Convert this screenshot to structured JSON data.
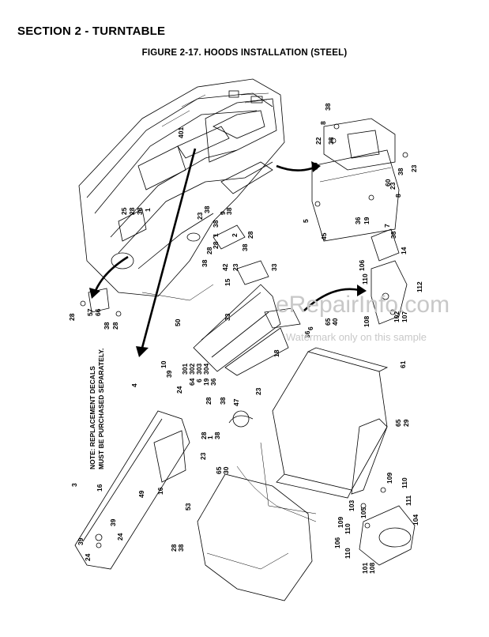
{
  "header": {
    "section_title": "SECTION 2 - TURNTABLE",
    "figure_title": "FIGURE 2-17. HOODS INSTALLATION (STEEL)"
  },
  "note": {
    "line1": "NOTE: REPLACEMENT DECALS",
    "line2": "MUST BE PURCHASED SEPARATELY."
  },
  "watermark": {
    "main": "eRepairInfo.com",
    "sub": "Watermark only on this sample"
  },
  "callouts": [
    "401",
    "25",
    "28",
    "38",
    "1",
    "23",
    "38",
    "9",
    "2",
    "28",
    "38",
    "38",
    "38",
    "28",
    "42",
    "23",
    "15",
    "28",
    "1",
    "38",
    "38",
    "8",
    "22",
    "38",
    "59",
    "60",
    "23",
    "38",
    "8",
    "23",
    "5",
    "36",
    "19",
    "45",
    "7",
    "38",
    "14",
    "106",
    "110",
    "112",
    "102",
    "107",
    "108",
    "65",
    "40",
    "6",
    "36",
    "33",
    "50",
    "33",
    "18",
    "28",
    "57",
    "66",
    "38",
    "28",
    "10",
    "39",
    "301",
    "302",
    "303",
    "304",
    "64",
    "6",
    "19",
    "36",
    "4",
    "24",
    "28",
    "38",
    "47",
    "23",
    "28",
    "1",
    "38",
    "23",
    "16",
    "49",
    "3",
    "16",
    "39",
    "24",
    "39",
    "24",
    "65",
    "30",
    "53",
    "61",
    "65",
    "29",
    "28",
    "38",
    "109",
    "110",
    "103",
    "111",
    "105",
    "104",
    "109",
    "110",
    "106",
    "110",
    "101",
    "108"
  ]
}
